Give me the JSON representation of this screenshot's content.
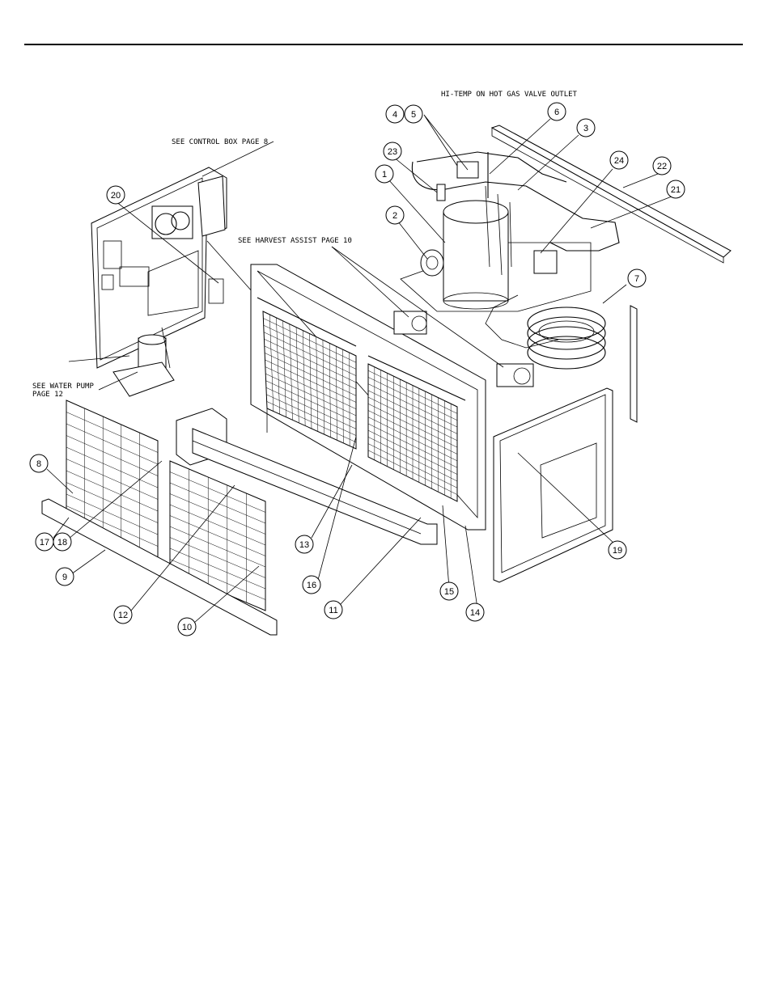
{
  "notes": {
    "hi_temp": "HI-TEMP ON HOT GAS VALVE OUTLET",
    "control_box": "SEE CONTROL BOX PAGE 8",
    "harvest_assist": "SEE HARVEST ASSIST PAGE 10",
    "water_pump_1": "SEE WATER PUMP",
    "water_pump_2": "PAGE 12"
  },
  "callouts": [
    "1",
    "2",
    "3",
    "4",
    "5",
    "6",
    "7",
    "8",
    "9",
    "10",
    "11",
    "12",
    "13",
    "14",
    "15",
    "16",
    "17",
    "18",
    "19",
    "20",
    "21",
    "22",
    "23",
    "24"
  ]
}
